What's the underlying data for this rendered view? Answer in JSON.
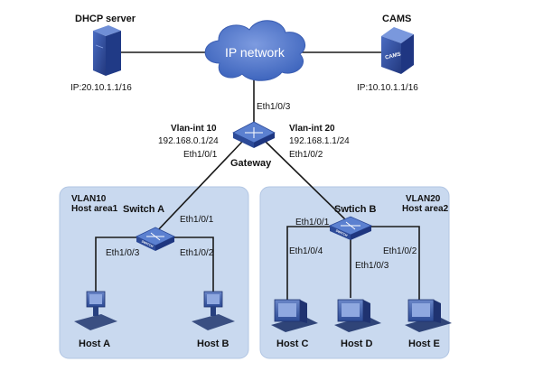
{
  "colors": {
    "area_fill": "#c9d9ef",
    "area_stroke": "#b2c6e3",
    "cloud": "#4b72c8",
    "switch": "#3d64b4",
    "server": "#2d4a9e",
    "line": "#1a1a1a"
  },
  "nodes": {
    "dhcp": {
      "title": "DHCP server",
      "ip": "IP:20.10.1.1/16"
    },
    "cams": {
      "title": "CAMS",
      "ip": "IP:10.10.1.1/16",
      "logo": "CAMS"
    },
    "ipnet": {
      "label": "IP network"
    },
    "gateway": {
      "label": "Gateway",
      "port_up": "Eth1/0/3",
      "left": {
        "vlanint": "Vlan-int 10",
        "ip": "192.168.0.1/24",
        "port": "Eth1/0/1"
      },
      "right": {
        "vlanint": "Vlan-int 20",
        "ip": "192.168.1.1/24",
        "port": "Eth1/0/2"
      }
    },
    "switch_a": {
      "label": "Switch A",
      "port_up": "Eth1/0/1",
      "port_left": "Eth1/0/3",
      "port_right": "Eth1/0/2"
    },
    "switch_b": {
      "label": "Swtich B",
      "port_up": "Eth1/0/1",
      "port_left": "Eth1/0/4",
      "port_mid": "Eth1/0/3",
      "port_right": "Eth1/0/2"
    },
    "switch_word": "SWITCH"
  },
  "areas": {
    "vlan10": {
      "vlan": "VLAN10",
      "host_area": "Host area1"
    },
    "vlan20": {
      "vlan": "VLAN20",
      "host_area": "Host area2"
    }
  },
  "hosts": {
    "a": "Host A",
    "b": "Host B",
    "c": "Host C",
    "d": "Host D",
    "e": "Host E"
  }
}
